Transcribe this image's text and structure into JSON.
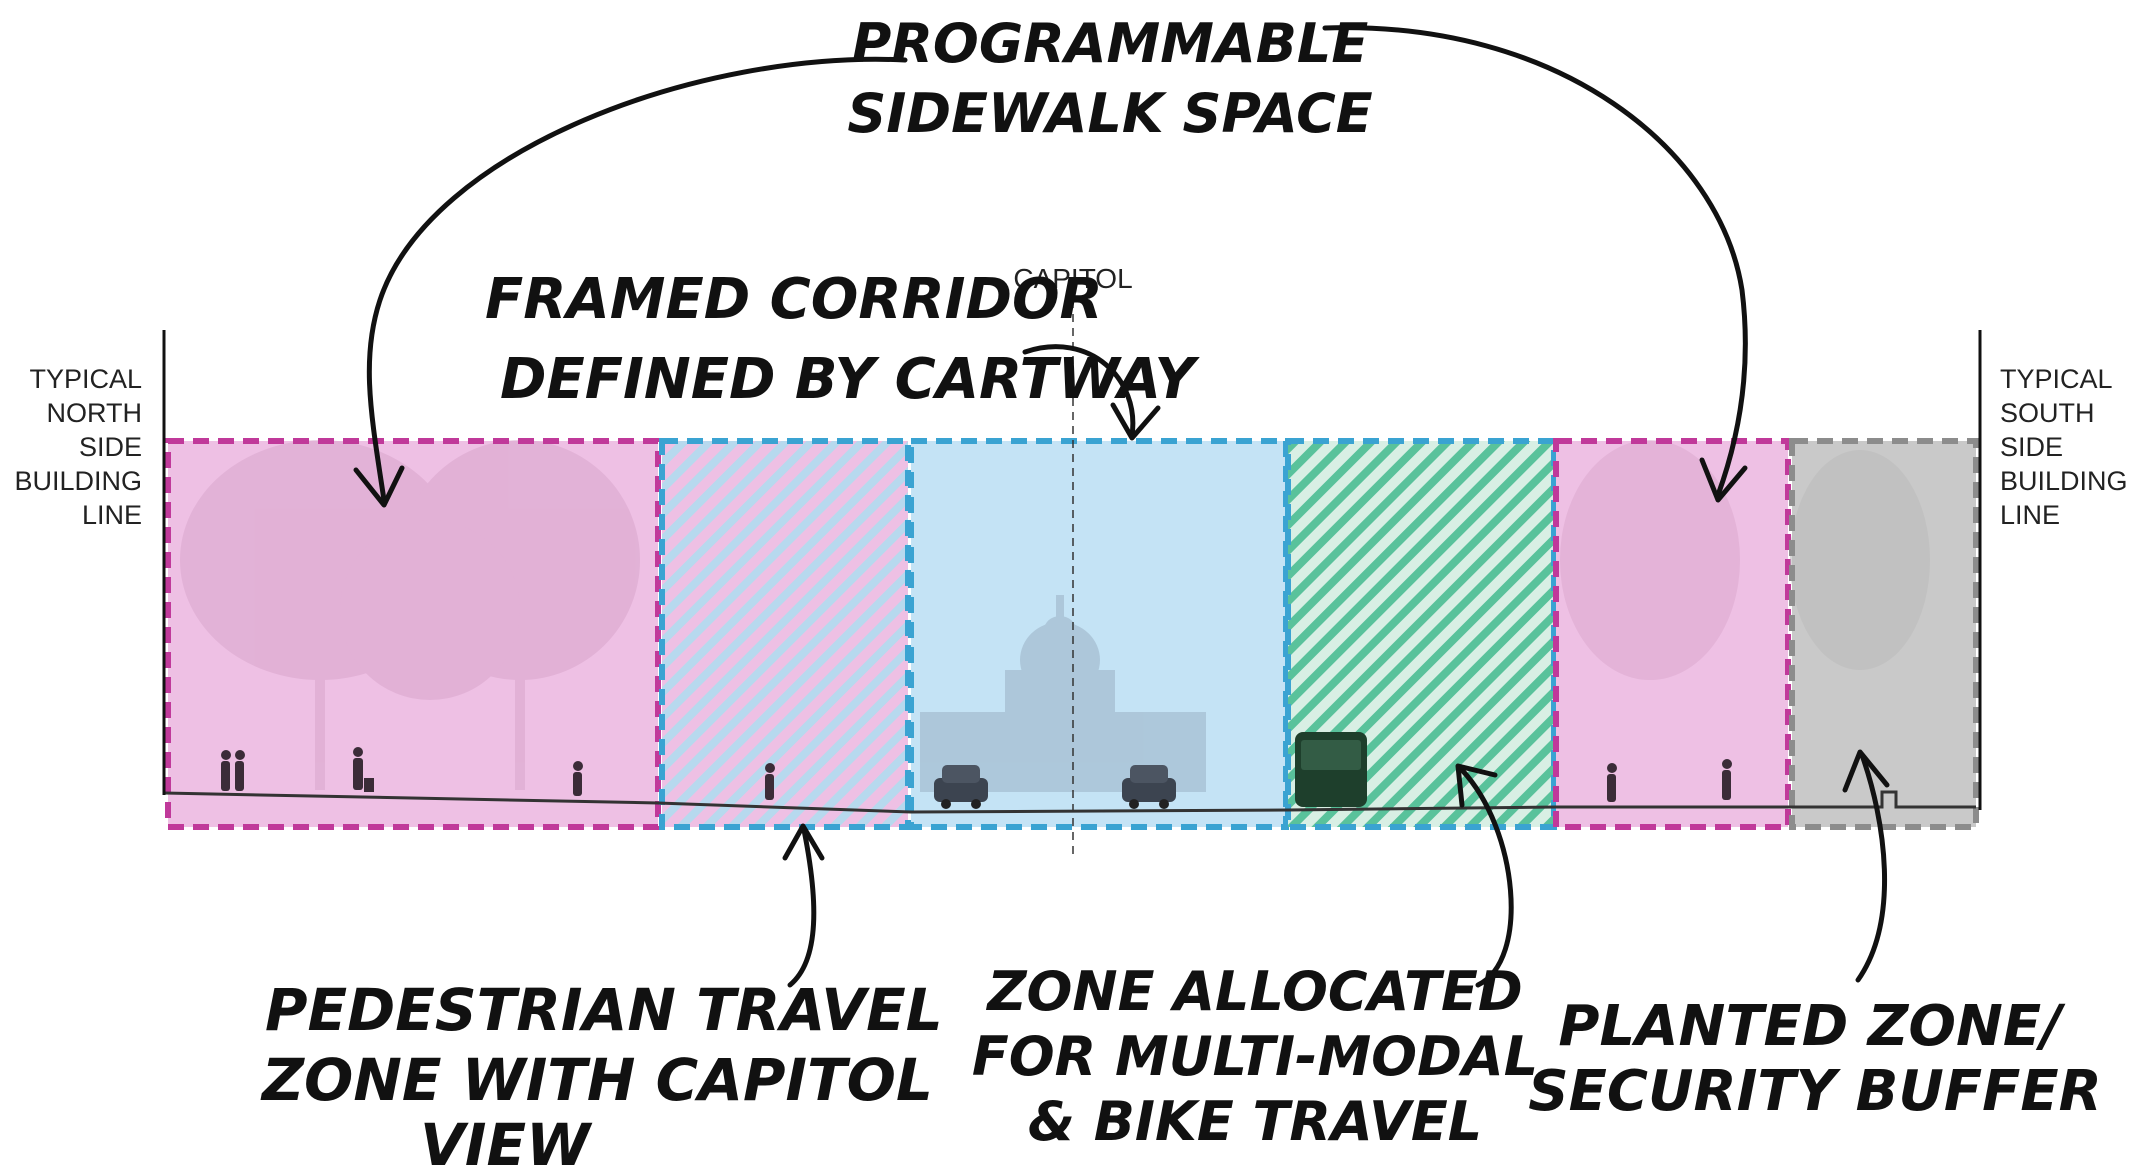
{
  "colors": {
    "pink_fill": "#eec0e4",
    "pink_border": "#c0399a",
    "blue_fill": "#c4e3f5",
    "blue_border": "#3aa3d2",
    "green_stripe": "#59c29b",
    "gray_fill": "#c9c9c9",
    "gray_border": "#8c8c8c",
    "ink": "#111111"
  },
  "labels": {
    "north_building_line": [
      "TYPICAL",
      "NORTH",
      "SIDE",
      "BUILDING",
      "LINE"
    ],
    "south_building_line": [
      "TYPICAL",
      "SOUTH",
      "SIDE",
      "BUILDING",
      "LINE"
    ],
    "capitol": "CAPITOL",
    "programmable": [
      "PROGRAMMABLE",
      "SIDEWALK SPACE"
    ],
    "framed_corridor": [
      "FRAMED CORRIDOR",
      "DEFINED BY CARTWAY"
    ],
    "pedestrian": [
      "PEDESTRIAN TRAVEL",
      "ZONE WITH CAPITOL",
      "VIEW"
    ],
    "multimodal": [
      "ZONE ALLOCATED",
      "FOR MULTI-MODAL",
      "& BIKE TRAVEL"
    ],
    "planted": [
      "PLANTED ZONE/",
      "SECURITY BUFFER"
    ]
  },
  "zones": [
    {
      "name": "north-programmable-sidewalk",
      "style": "pink"
    },
    {
      "name": "pedestrian-travel-zone",
      "style": "pink-blue-hatch"
    },
    {
      "name": "cartway",
      "style": "blue"
    },
    {
      "name": "multimodal-bike-zone",
      "style": "green-hatch"
    },
    {
      "name": "south-programmable-sidewalk",
      "style": "pink"
    },
    {
      "name": "security-buffer",
      "style": "gray"
    }
  ]
}
